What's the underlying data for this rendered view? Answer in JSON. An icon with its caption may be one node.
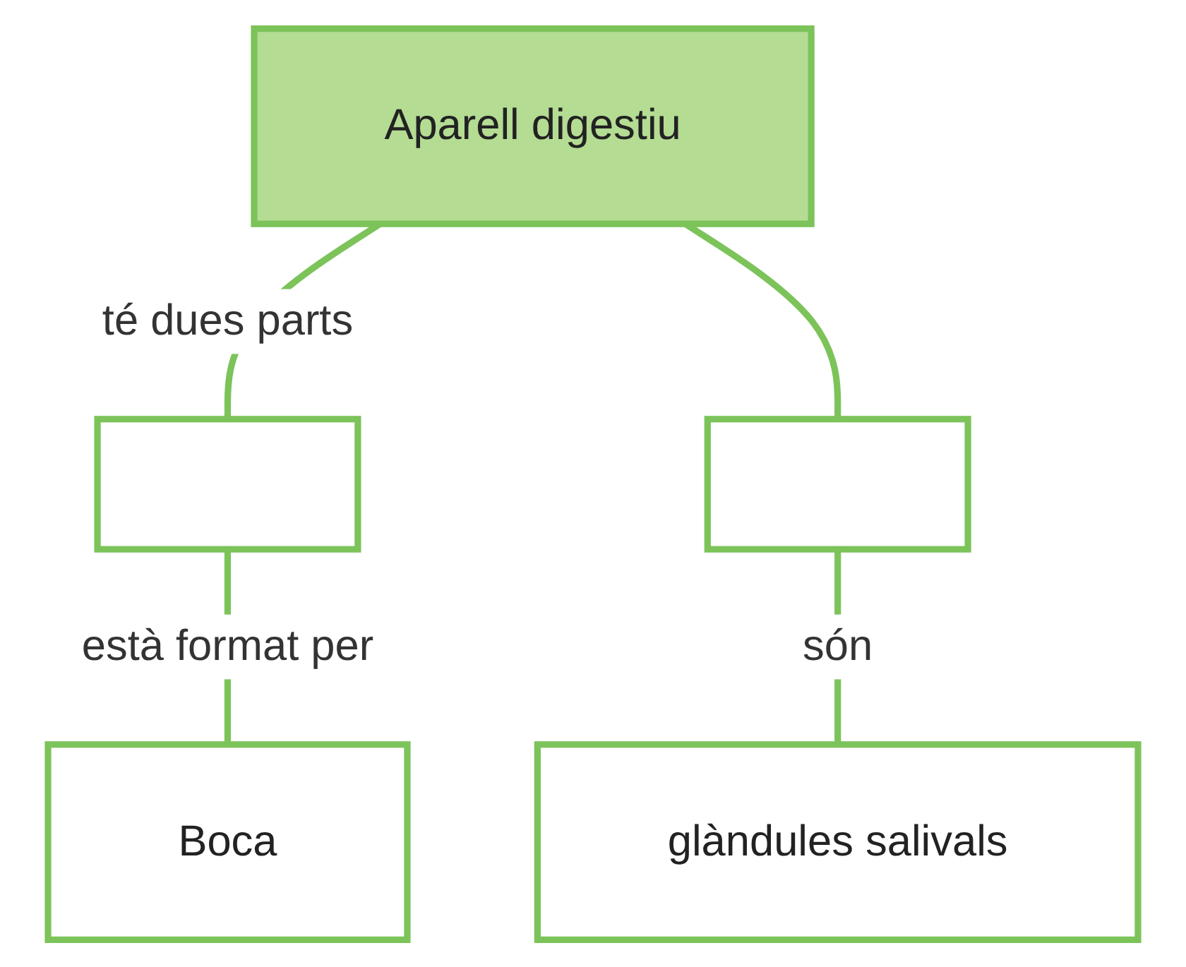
{
  "diagram": {
    "nodes": [
      {
        "text": [
          "Aparell digestiu"
        ]
      },
      {
        "text": [],
        "shape": "box"
      },
      {
        "text": [],
        "shape": "box"
      },
      {
        "text": [
          "Boca"
        ]
      },
      {
        "text": [
          "glàndules salivals"
        ]
      }
    ],
    "edges": [
      {
        "from": 0,
        "to": 1,
        "arrow": "none",
        "label": "té dues parts"
      },
      {
        "from": 0,
        "to": 2,
        "arrow": "none"
      },
      {
        "from": 1,
        "to": 3,
        "arrow": "none",
        "label": "està format per"
      },
      {
        "from": 2,
        "to": 4,
        "arrow": "none",
        "label": "són"
      }
    ]
  }
}
